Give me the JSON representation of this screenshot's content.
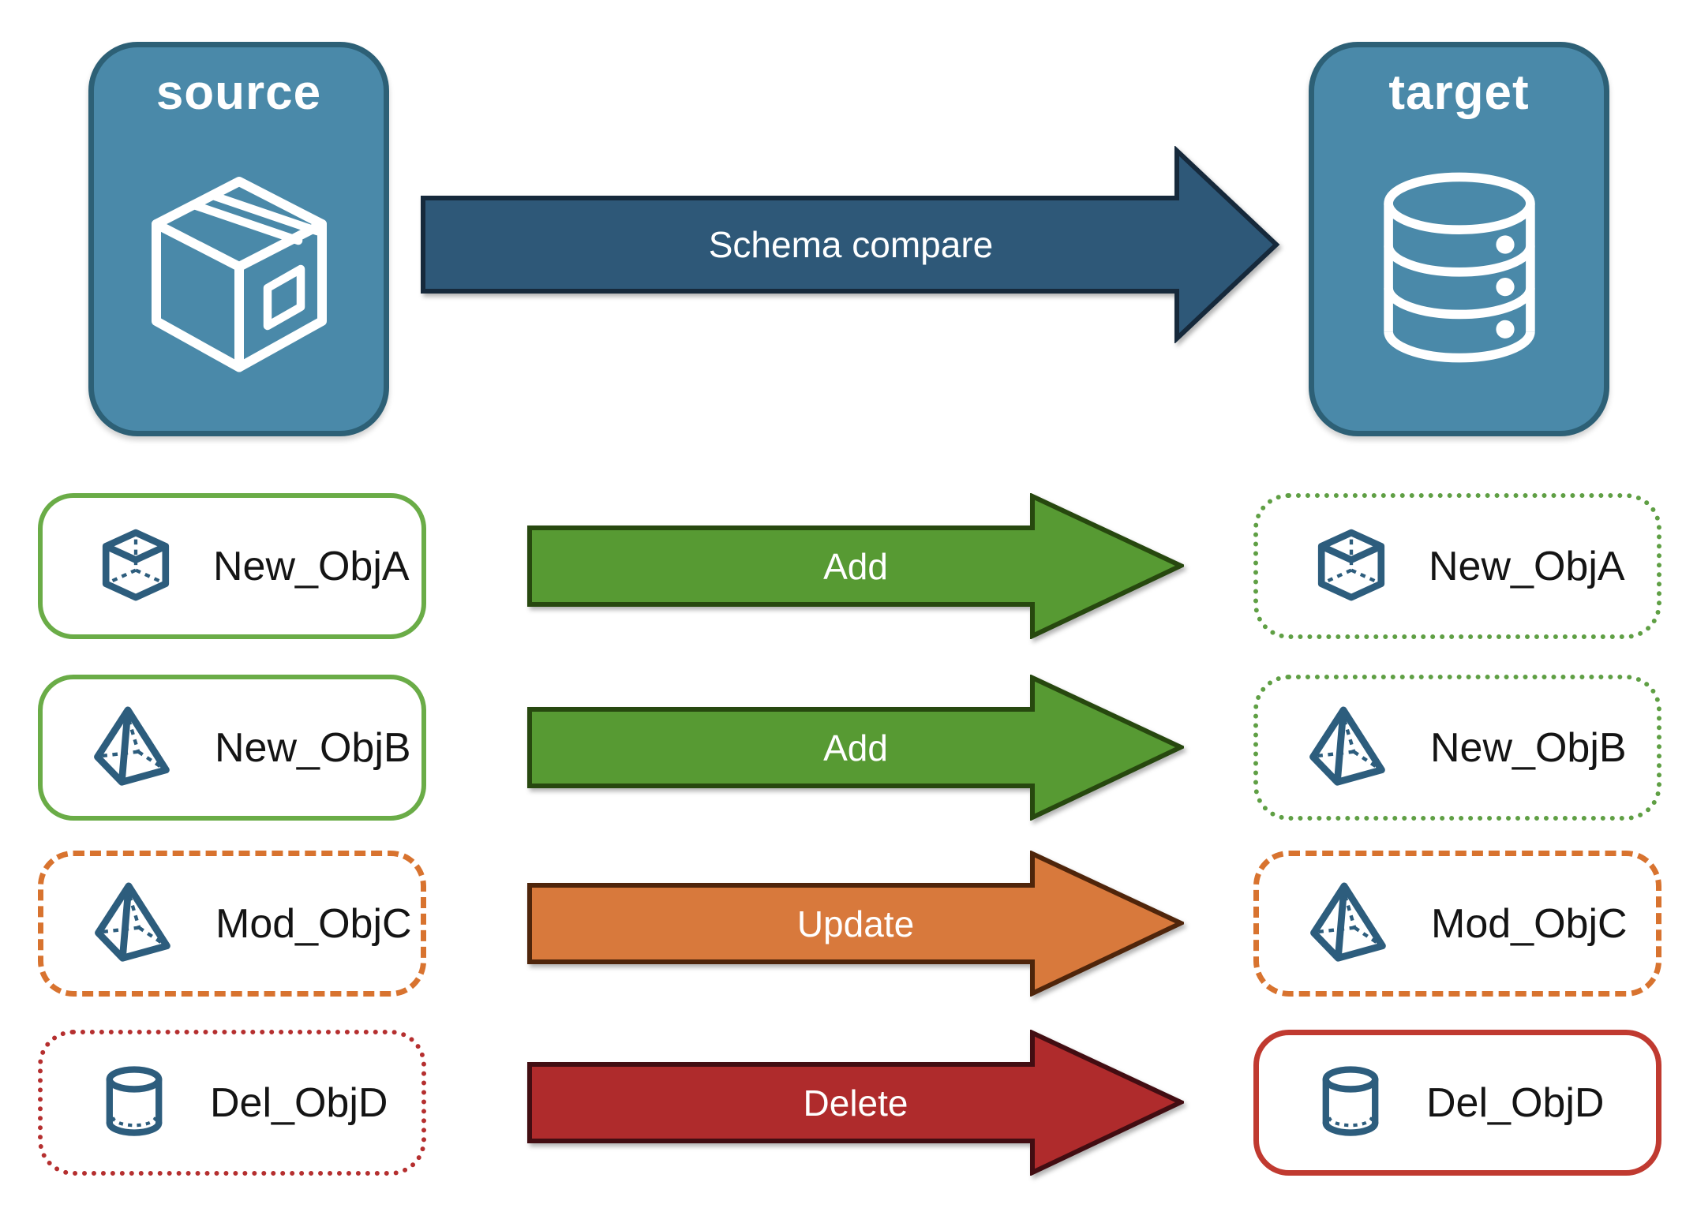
{
  "diagram_title": "Schema compare",
  "palette": {
    "panel_blue": "#4A89A9",
    "panel_border": "#2D6076",
    "object_icon_blue": "#2D5D7D",
    "compare_arrow_fill": "#2E5878",
    "compare_arrow_border": "#16293B",
    "add_arrow_fill": "#579A33",
    "add_arrow_border": "#27480F",
    "update_arrow_fill": "#D8793C",
    "update_arrow_border": "#4F250B",
    "delete_arrow_fill": "#AF2B2C",
    "delete_arrow_border": "#420D12",
    "green_box_border": "#6AAC47",
    "orange_box_border": "#D8732F",
    "red_dotted_box_border": "#B52F2F",
    "red_solid_box_border": "#C03A30"
  },
  "source_panel": {
    "label": "source",
    "icon": "package-icon"
  },
  "target_panel": {
    "label": "target",
    "icon": "database-icon"
  },
  "compare_arrow": {
    "label": "Schema compare"
  },
  "rows": [
    {
      "object": "New_ObjA",
      "action": "Add",
      "icon": "cube-icon",
      "source_box_style": "green-solid",
      "target_box_style": "green-dotted"
    },
    {
      "object": "New_ObjB",
      "action": "Add",
      "icon": "pyramid-icon",
      "source_box_style": "green-solid",
      "target_box_style": "green-dotted"
    },
    {
      "object": "Mod_ObjC",
      "action": "Update",
      "icon": "pyramid-icon",
      "source_box_style": "orange-dashed",
      "target_box_style": "orange-dashed"
    },
    {
      "object": "Del_ObjD",
      "action": "Delete",
      "icon": "cylinder-icon",
      "source_box_style": "red-dotted",
      "target_box_style": "red-solid"
    }
  ]
}
